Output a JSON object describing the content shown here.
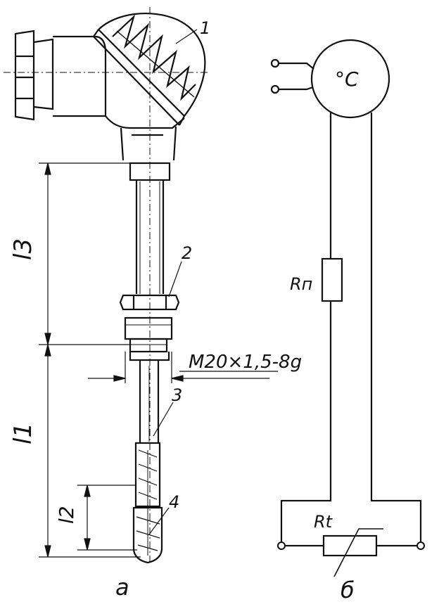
{
  "figure_a": {
    "callouts": {
      "c1": "1",
      "c2": "2",
      "c3": "3",
      "c4": "4"
    },
    "dimensions": {
      "l3": "l3",
      "l1": "l1",
      "l2": "l2",
      "thread": "M20×1,5-8g"
    },
    "caption": "a"
  },
  "figure_b": {
    "meter_symbol": "°C",
    "r_lead": "Rп",
    "r_t": "Rt",
    "caption": "б"
  }
}
